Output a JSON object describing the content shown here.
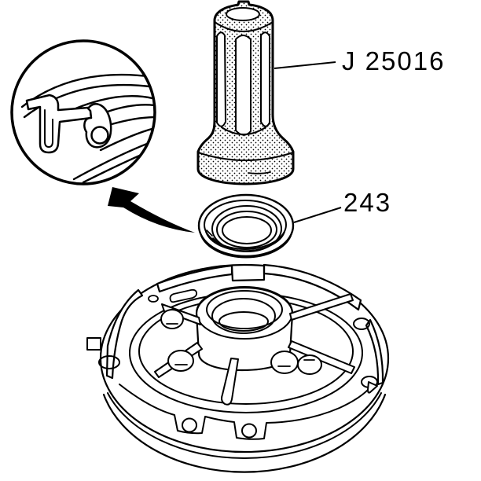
{
  "figure": {
    "background_color": "#ffffff",
    "line_color": "#000000",
    "description": "Exploded technical illustration: seal installer tool above seal above pump cover, with magnified seal cross-section callout",
    "labels": {
      "tool_label": "J 25016",
      "seal_label": "243"
    },
    "parts": {
      "tool": "seal installer tool",
      "seal": "oil pump seal",
      "cover": "pump cover assembly",
      "callout": "seal cross-section detail"
    }
  }
}
